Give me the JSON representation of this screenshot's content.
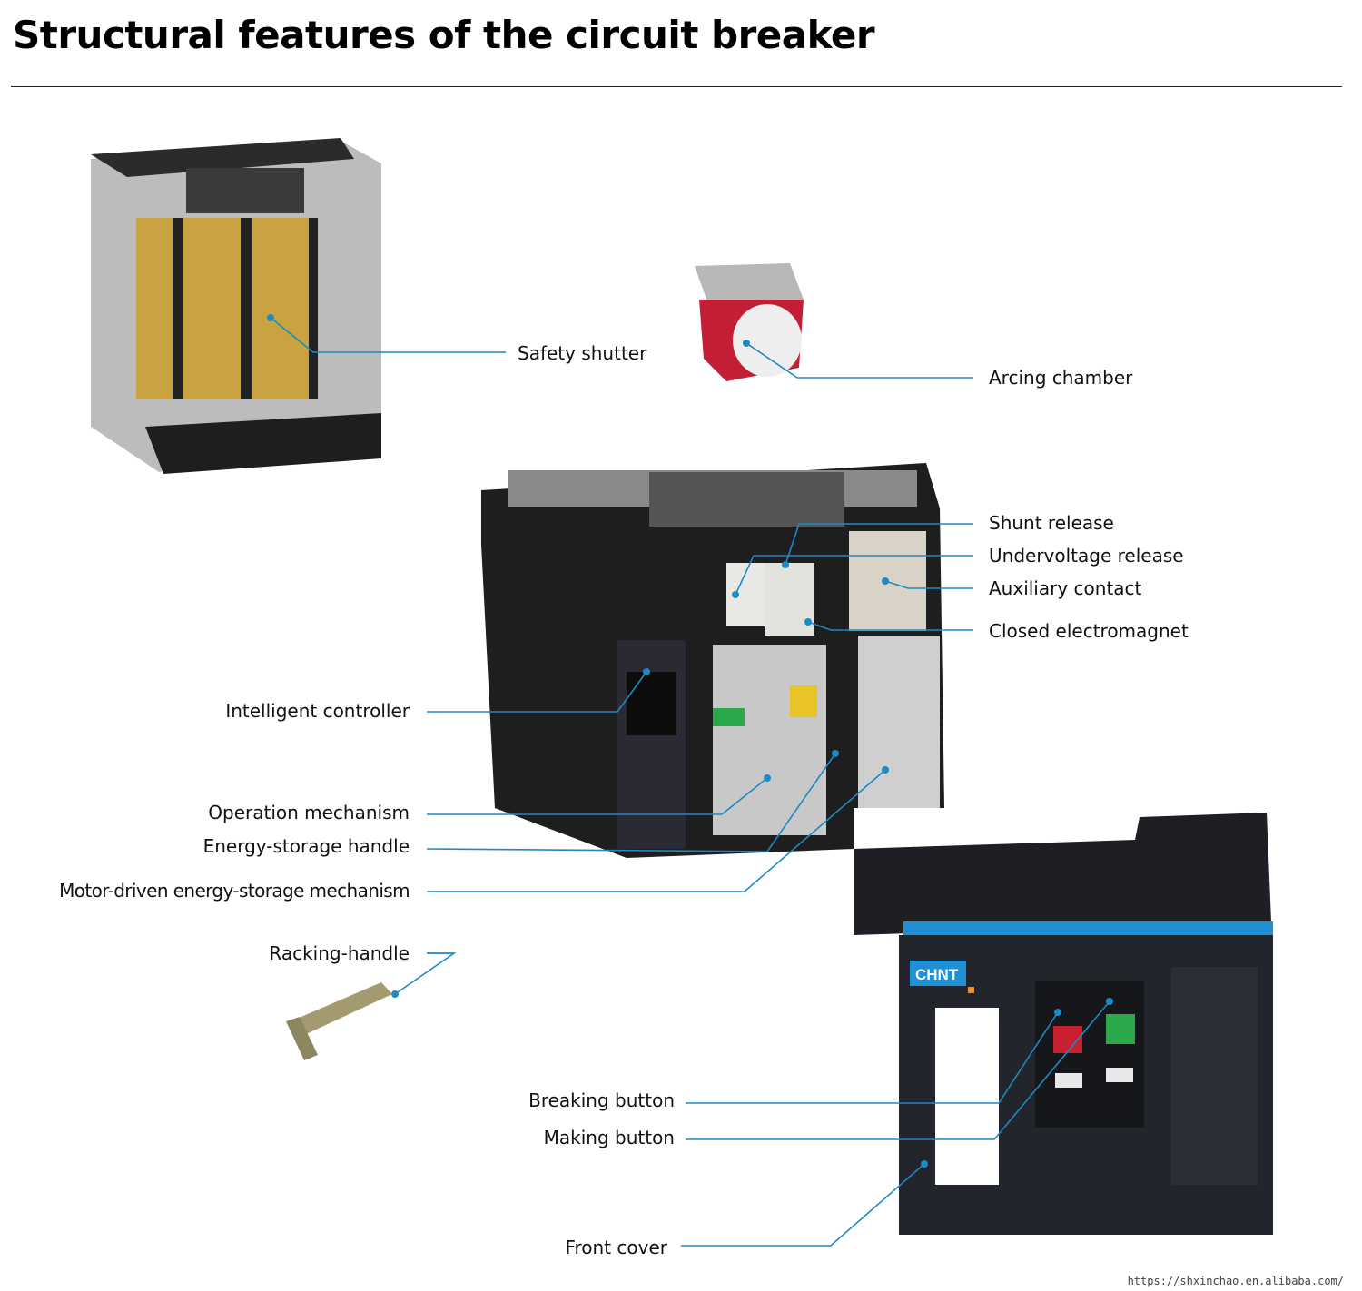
{
  "title": "Structural features of the circuit breaker",
  "labels": {
    "safety_shutter": "Safety shutter",
    "arcing_chamber": "Arcing chamber",
    "shunt_release": "Shunt release",
    "undervoltage_release": "Undervoltage release",
    "auxiliary_contact": "Auxiliary contact",
    "closed_electromagnet": "Closed electromagnet",
    "intelligent_controller": "Intelligent controller",
    "operation_mechanism": "Operation mechanism",
    "energy_storage_handle": "Energy-storage handle",
    "motor_driven": "Motor-driven energy-storage mechanism",
    "racking_handle": "Racking-handle",
    "breaking_button": "Breaking button",
    "making_button": "Making button",
    "front_cover": "Front cover"
  },
  "brand_logo": "CHNT",
  "watermark": "https://shxinchao.en.alibaba.com/",
  "colors": {
    "leader": "#1c8ac4",
    "cover_band": "#1f8fd6",
    "off_button": "#c8202e",
    "on_button": "#2aa84a"
  }
}
